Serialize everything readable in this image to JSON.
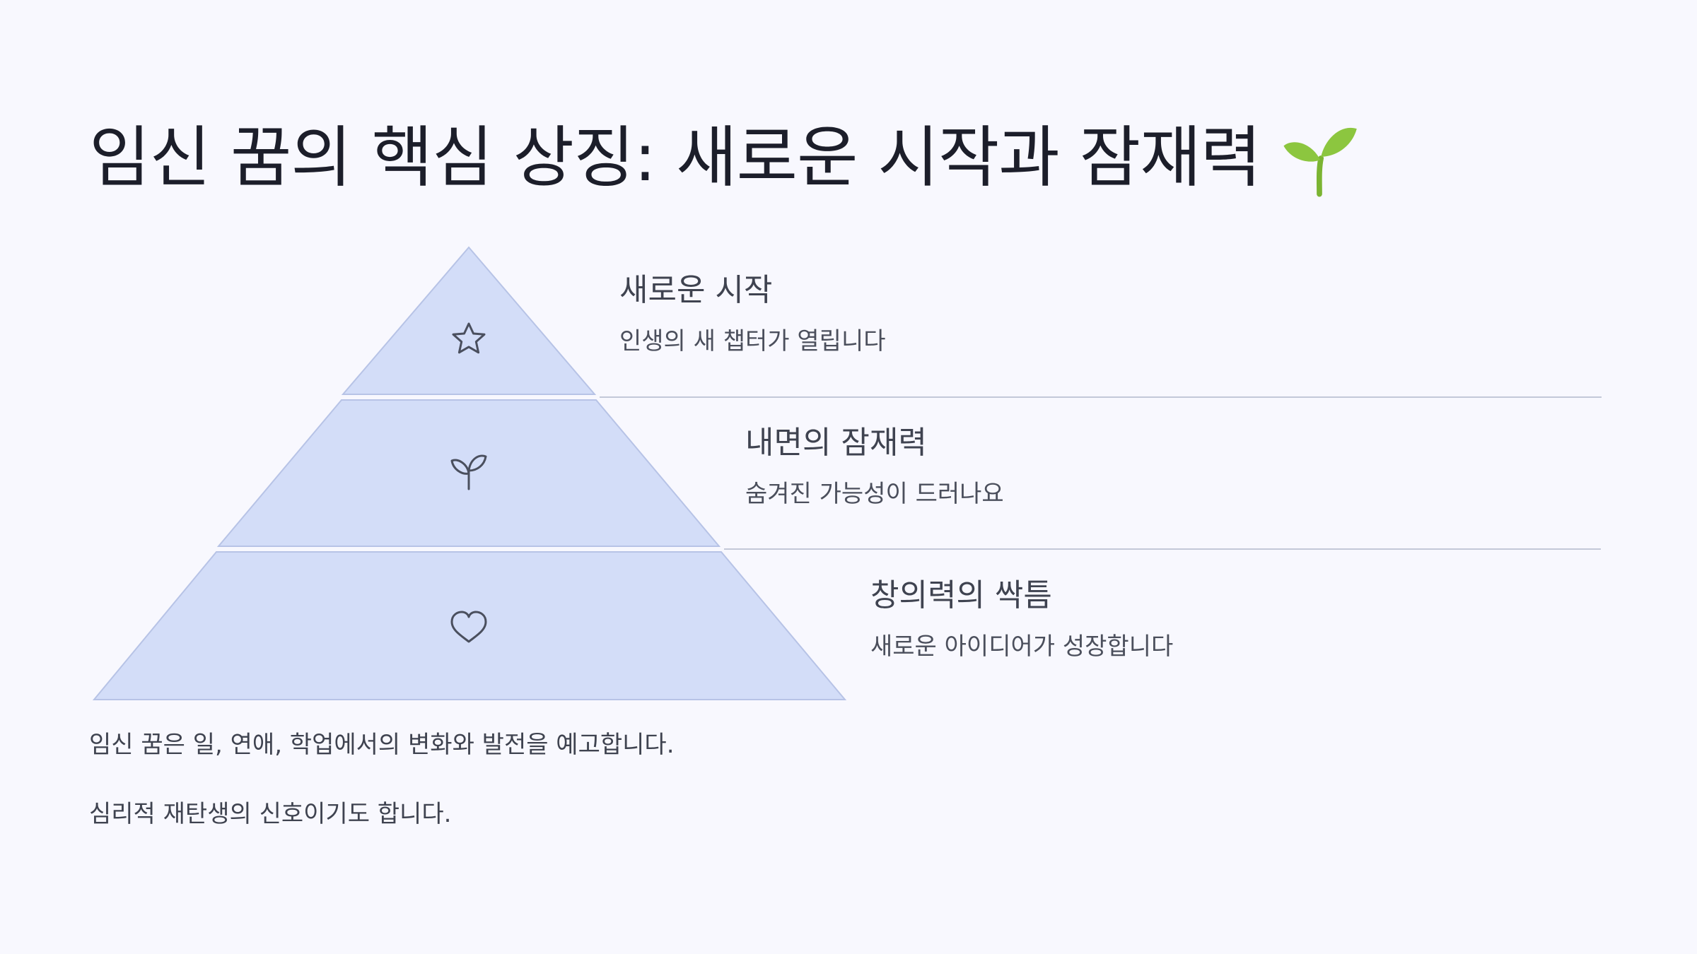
{
  "title": {
    "text": "임신 꿈의 핵심 상징: 새로운 시작과 잠재력",
    "emoji_icon": "seedling-icon"
  },
  "pyramid": {
    "fill_color": "#d3ddf8",
    "stroke_color": "#b7c3e6",
    "icon_color": "#4a4f5e",
    "tiers": [
      {
        "icon": "star-icon",
        "heading": "새로운 시작",
        "description": "인생의 새 챕터가 열립니다"
      },
      {
        "icon": "sprout-icon",
        "heading": "내면의 잠재력",
        "description": "숨겨진 가능성이 드러나요"
      },
      {
        "icon": "heart-icon",
        "heading": "창의력의 싹틈",
        "description": "새로운 아이디어가 성장합니다"
      }
    ]
  },
  "paragraphs": [
    "임신 꿈은 일, 연애, 학업에서의 변화와 발전을 예고합니다.",
    "심리적 재탄생의 신호이기도 합니다."
  ],
  "colors": {
    "background": "#f8f8fe",
    "title": "#1c1e2a",
    "text": "#3f4350",
    "divider": "#c3c8d8",
    "emoji_leaf": "#8cc63f"
  }
}
